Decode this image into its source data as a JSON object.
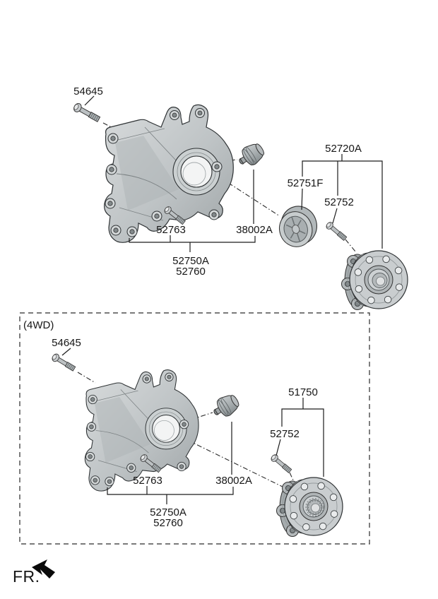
{
  "document_type": "rear-axle-parts-diagram",
  "colors": {
    "background": "#ffffff",
    "line": "#1c1c1c",
    "part_gray": "#c6cacc",
    "part_dark_gray": "#9aa0a2"
  },
  "sections": {
    "standard": {
      "labels": {
        "flange_bolt": "54645",
        "hub_assembly": "52720A",
        "dust_cap": "52751F",
        "hub_bolt": "52752",
        "arm_bolt": "52763",
        "bushing": "38002A",
        "carrier_upper": "52750A",
        "carrier_lower": "52760"
      }
    },
    "four_wheel_drive": {
      "variant": "(4WD)",
      "labels": {
        "flange_bolt": "54645",
        "hub_assembly": "51750",
        "hub_bolt": "52752",
        "arm_bolt": "52763",
        "bushing": "38002A",
        "carrier_upper": "52750A",
        "carrier_lower": "52760"
      }
    }
  },
  "front_indicator": {
    "label": "FR."
  }
}
